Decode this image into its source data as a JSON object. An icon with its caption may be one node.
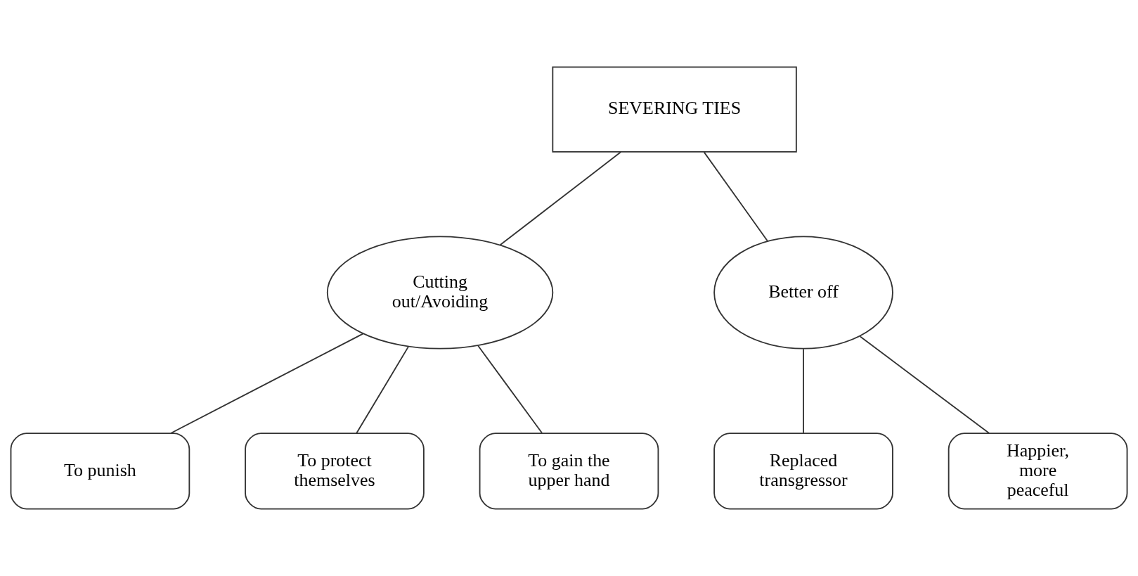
{
  "diagram": {
    "nodes": [
      {
        "text": [
          "SEVERING TIES"
        ]
      },
      {
        "text": [
          "Cutting out/Avoiding"
        ]
      },
      {
        "text": [
          "Better off"
        ]
      },
      {
        "text": [
          "To punish"
        ]
      },
      {
        "text": [
          "To protect themselves"
        ]
      },
      {
        "text": [
          "To gain the upper hand"
        ]
      },
      {
        "text": [
          "Replaced transgressor"
        ]
      },
      {
        "text": [
          "Happier, more peaceful"
        ]
      }
    ],
    "edges": [
      {
        "from": 0,
        "to": 1,
        "arrow": "none"
      },
      {
        "from": 0,
        "to": 2,
        "arrow": "none"
      },
      {
        "from": 1,
        "to": 3,
        "arrow": "none"
      },
      {
        "from": 1,
        "to": 4,
        "arrow": "none"
      },
      {
        "from": 1,
        "to": 5,
        "arrow": "none"
      },
      {
        "from": 2,
        "to": 6,
        "arrow": "none"
      },
      {
        "from": 2,
        "to": 7,
        "arrow": "none"
      }
    ]
  }
}
